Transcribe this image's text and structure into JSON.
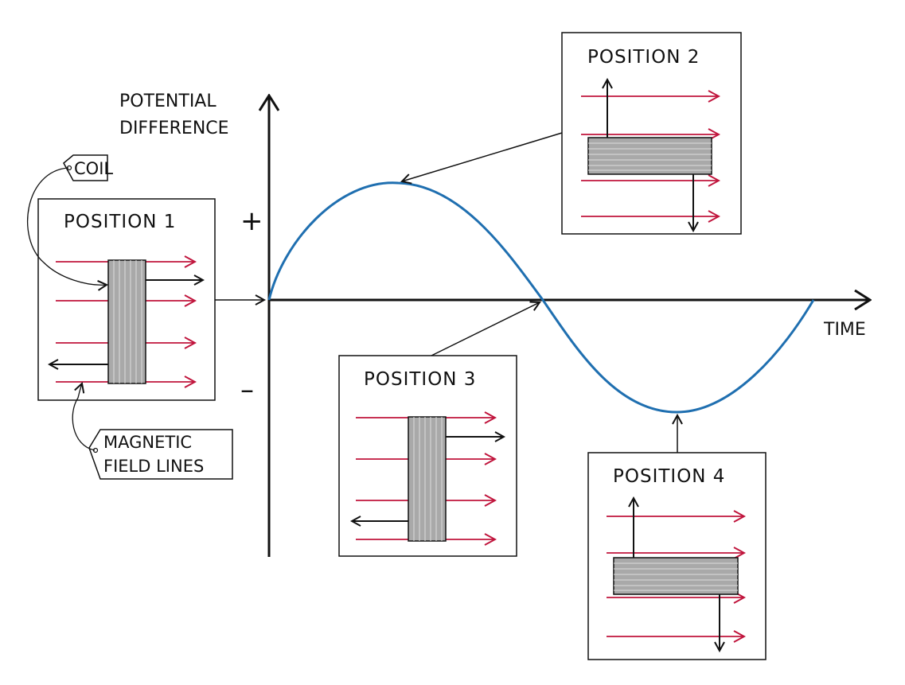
{
  "axis": {
    "y_label_line1": "POTENTIAL",
    "y_label_line2": "DIFFERENCE",
    "x_label": "TIME",
    "plus": "+",
    "minus": "–"
  },
  "positions": {
    "p1": "POSITION  1",
    "p2": "POSITION  2",
    "p3": "POSITION  3",
    "p4": "POSITION  4"
  },
  "tags": {
    "coil": "COIL",
    "field_line1": "MAGNETIC",
    "field_line2": "FIELD LINES"
  },
  "colors": {
    "curve": "#1f6fb0",
    "field_lines": "#c0143c",
    "coil_fill": "#a9a9a9",
    "ink": "#111111"
  }
}
